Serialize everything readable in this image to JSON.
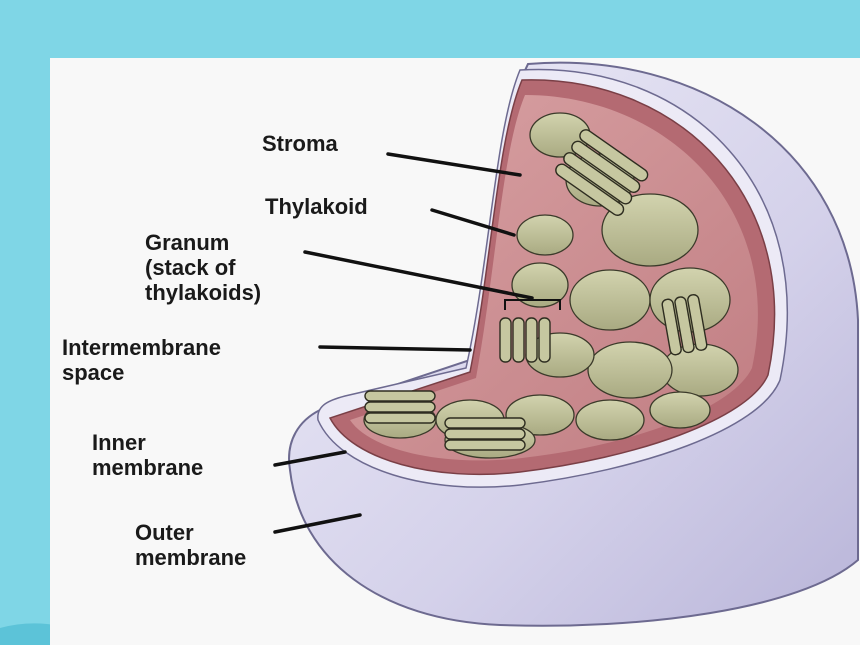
{
  "colors": {
    "slide_background": "#7fd6e6",
    "panel_background": "#f8f8f8",
    "outer_membrane": "#d7d4ec",
    "inner_membrane": "#b46a72",
    "stroma": "#c98c90",
    "thylakoid": "#b7b88f",
    "label_text": "#1a1a1a"
  },
  "labels": {
    "stroma": "Stroma",
    "thylakoid": "Thylakoid",
    "granum_line1": "Granum",
    "granum_line2": "(stack of",
    "granum_line3": "thylakoids)",
    "intermembrane_line1": "Intermembrane",
    "intermembrane_line2": "space",
    "inner_line1": "Inner",
    "inner_line2": "membrane",
    "outer_line1": "Outer",
    "outer_line2": "membrane"
  }
}
